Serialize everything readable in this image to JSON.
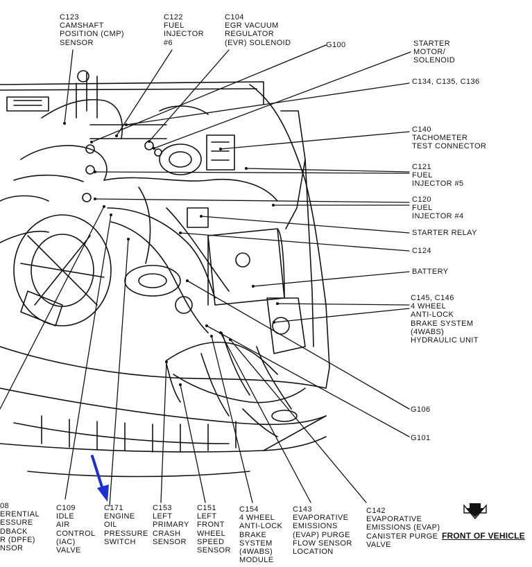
{
  "labels": {
    "c123": [
      "C123",
      "CAMSHAFT",
      "POSITION (CMP)",
      "SENSOR"
    ],
    "c122": [
      "C122",
      "FUEL",
      "INJECTOR",
      "#6"
    ],
    "c104": [
      "C104",
      "EGR VACUUM",
      "REGULATOR",
      "(EVR) SOLENOID"
    ],
    "g100": [
      "G100"
    ],
    "starter_motor": [
      "STARTER",
      "MOTOR/",
      "SOLENOID"
    ],
    "c134": [
      "C134, C135, C136"
    ],
    "c140": [
      "C140",
      "TACHOMETER",
      "TEST CONNECTOR"
    ],
    "c121": [
      "C121",
      "FUEL",
      "INJECTOR #5"
    ],
    "c120": [
      "C120",
      "FUEL",
      "INJECTOR #4"
    ],
    "starter_relay": [
      "STARTER RELAY"
    ],
    "c124": [
      "C124"
    ],
    "battery": [
      "BATTERY"
    ],
    "c145": [
      "C145, C146",
      "4 WHEEL",
      "ANTI-LOCK",
      "BRAKE SYSTEM",
      "(4WABS)",
      "HYDRAULIC UNIT"
    ],
    "g106": [
      "G106"
    ],
    "g101": [
      "G101"
    ],
    "c108": [
      "08",
      "ERENTIAL",
      "ESSURE",
      "DBACK",
      "R (DPFE)",
      "NSOR"
    ],
    "c109": [
      "C109",
      "IDLE",
      "AIR",
      "CONTROL",
      "(IAC)",
      "VALVE"
    ],
    "c171": [
      "C171",
      "ENGINE",
      "OIL",
      "PRESSURE",
      "SWITCH"
    ],
    "c153": [
      "C153",
      "LEFT",
      "PRIMARY",
      "CRASH",
      "SENSOR"
    ],
    "c151": [
      "C151",
      "LEFT",
      "FRONT",
      "WHEEL",
      "SPEED",
      "SENSOR"
    ],
    "c154": [
      "C154",
      "4 WHEEL",
      "ANTI-LOCK",
      "BRAKE",
      "SYSTEM",
      "(4WABS)",
      "MODULE"
    ],
    "c143": [
      "C143",
      "EVAPORATIVE",
      "EMISSIONS",
      "(EVAP) PURGE",
      "FLOW SENSOR",
      "LOCATION"
    ],
    "c142": [
      "C142",
      "EVAPORATIVE",
      "EMISSIONS (EVAP)",
      "CANISTER PURGE",
      "VALVE"
    ]
  },
  "front_of_vehicle": "FRONT OF VEHICLE",
  "colors": {
    "line": "#111111",
    "highlight_arrow": "#1a2fd6"
  }
}
